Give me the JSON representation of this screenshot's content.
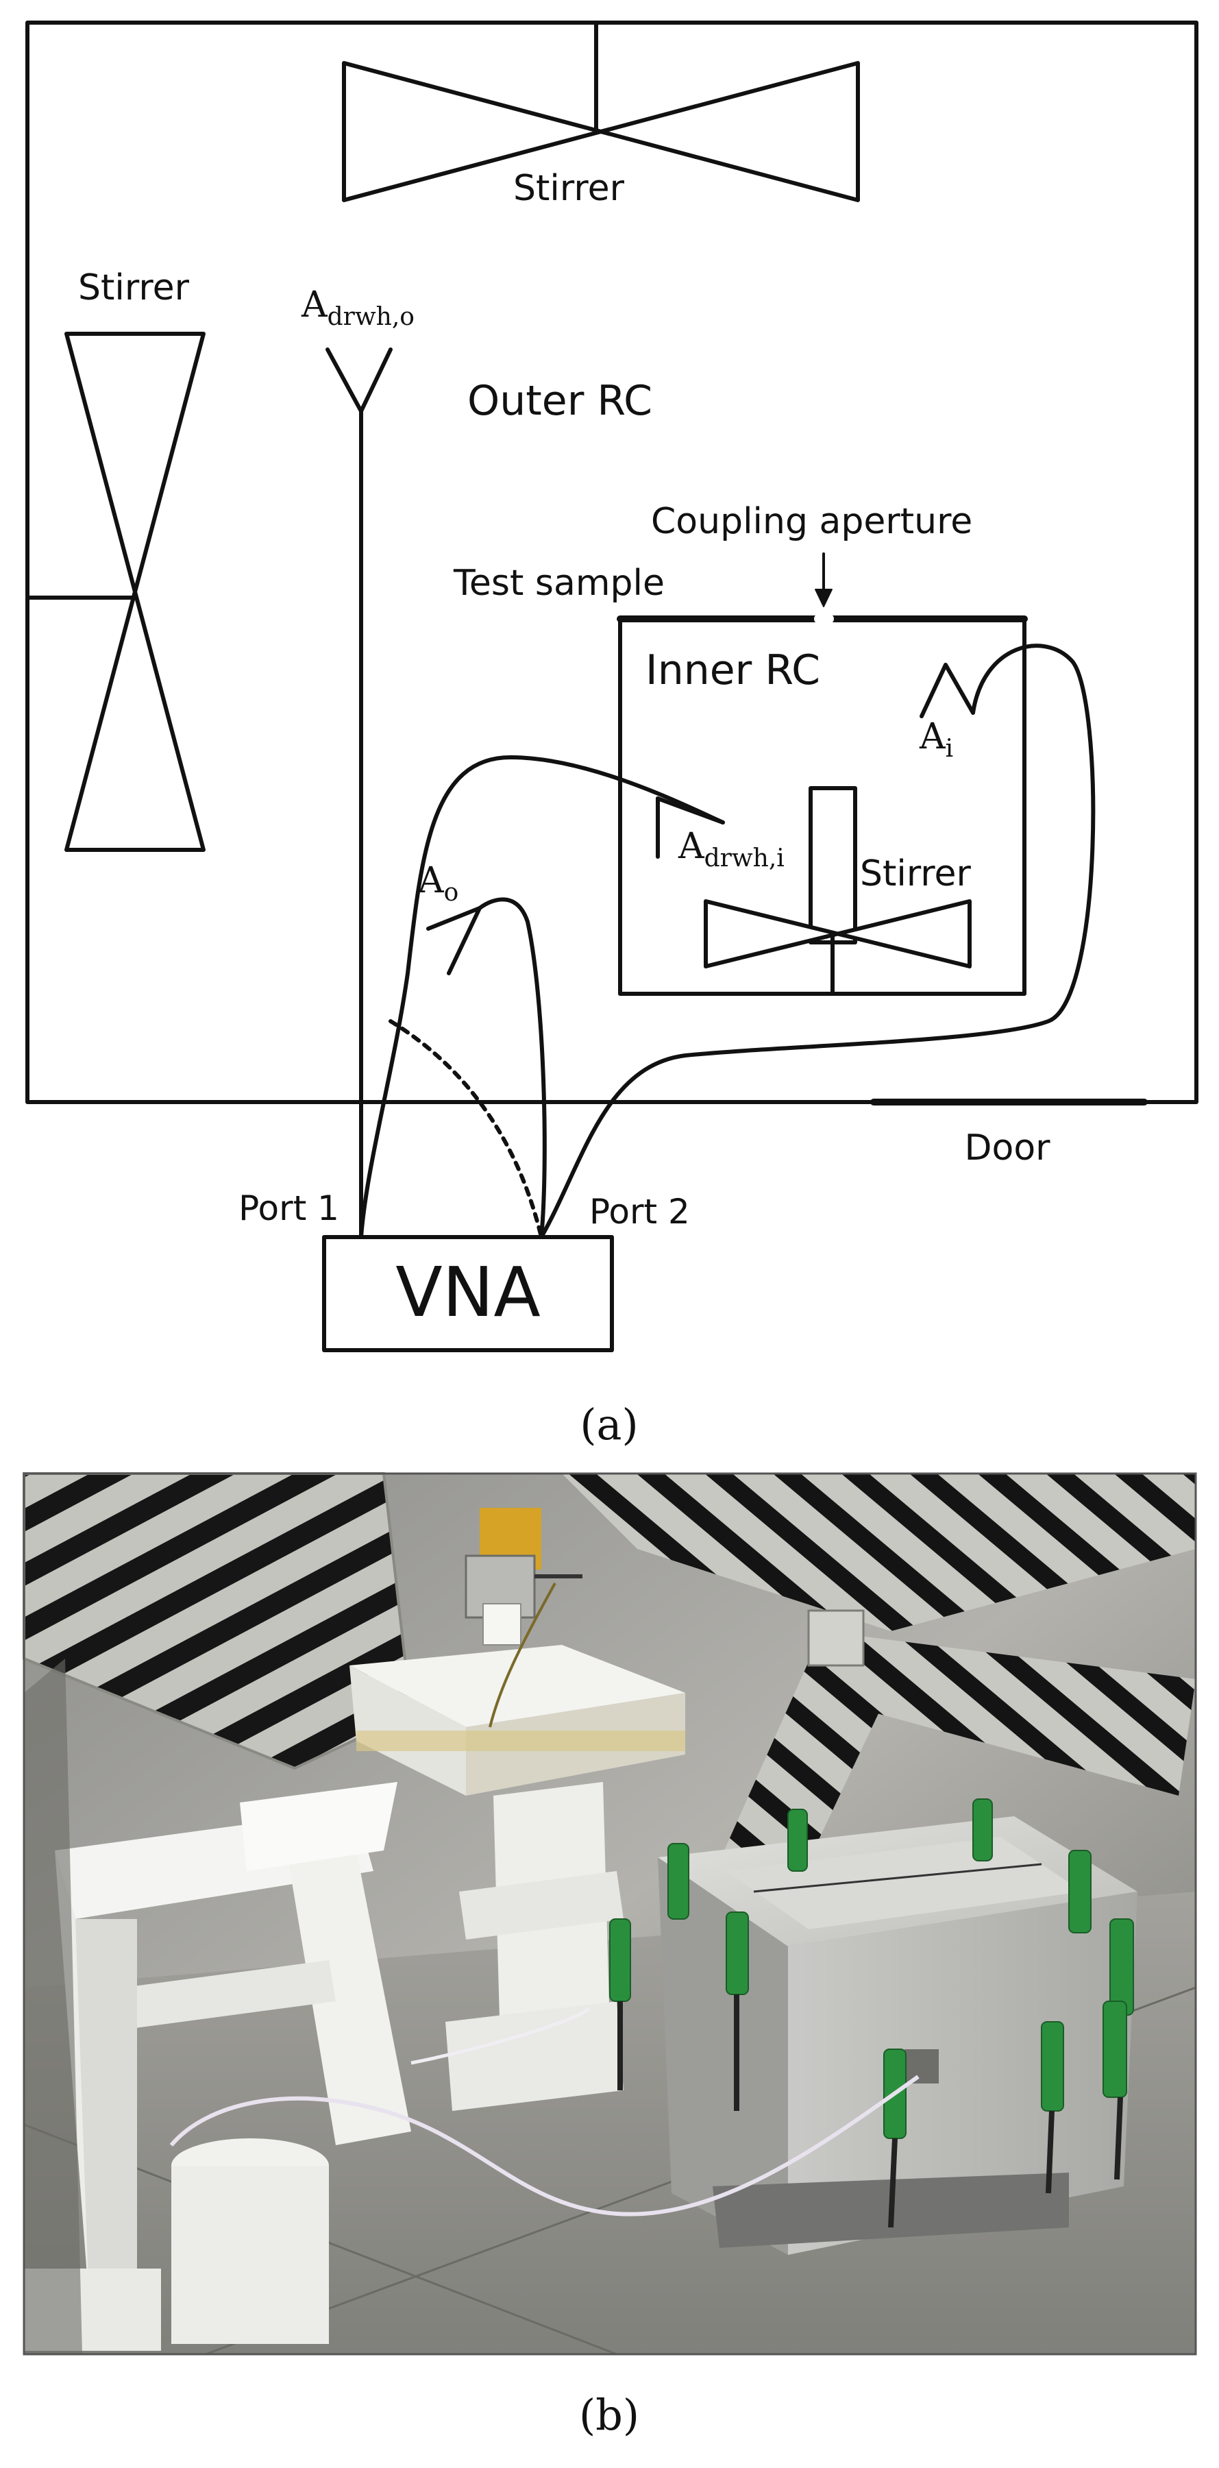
{
  "figure": {
    "diagram": {
      "labels": {
        "stirrer_top": "Stirrer",
        "stirrer_left": "Stirrer",
        "stirrer_inner": "Stirrer",
        "antenna_outer_drwh_main": "A",
        "antenna_outer_drwh_sub": "drwh,o",
        "outer_rc": "Outer RC",
        "coupling_aperture": "Coupling aperture",
        "test_sample": "Test sample",
        "inner_rc": "Inner RC",
        "antenna_inner_main": "A",
        "antenna_inner_sub": "i",
        "antenna_inner_drwh_main": "A",
        "antenna_inner_drwh_sub": "drwh,i",
        "antenna_outer_main": "A",
        "antenna_outer_sub": "o",
        "door": "Door",
        "port1": "Port 1",
        "port2": "Port 2",
        "vna": "VNA"
      },
      "caption": "(a)"
    },
    "photo": {
      "caption": "(b)"
    }
  }
}
